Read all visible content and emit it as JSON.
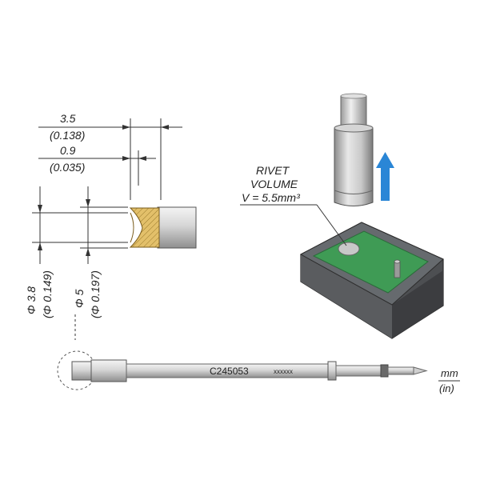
{
  "dimensions": {
    "top_width_mm": "3.5",
    "top_width_in": "(0.138)",
    "inner_step_mm": "0.9",
    "inner_step_in": "(0.035)",
    "inner_dia_mm": "Φ 3.8",
    "inner_dia_in": "(Φ 0.149)",
    "outer_dia_mm": "Φ 5",
    "outer_dia_in": "(Φ 0.197)"
  },
  "callout": {
    "line1": "RIVET",
    "line2": "VOLUME",
    "line3": "V = 5.5mm³"
  },
  "part": {
    "code": "C245053",
    "serial": "xxxxxx"
  },
  "units": {
    "primary": "mm",
    "secondary": "(in)"
  },
  "colors": {
    "pcb_green": "#3f9b55",
    "housing_gray": "#4d4f52",
    "arrow_blue": "#2a86d6",
    "tip_gold": "#d8b254",
    "metal_light": "#cfcfcf"
  }
}
